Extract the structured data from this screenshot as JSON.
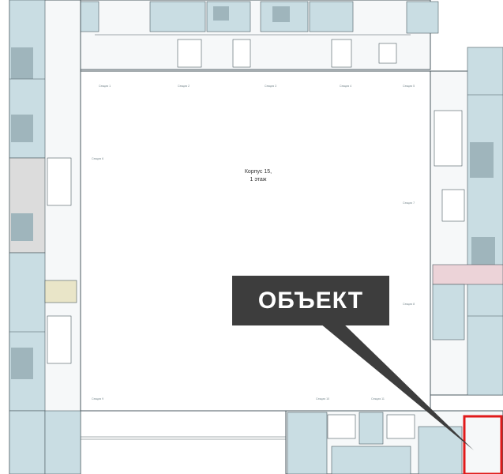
{
  "plan": {
    "building_label": "Корпус 15,",
    "floor_label": "1 этаж",
    "section_labels": [
      "Секция 1",
      "Секция 2",
      "Секция 3",
      "Секция 4",
      "Секция 5",
      "Секция 6",
      "Секция 7",
      "Секция 8",
      "Секция 9",
      "Секция 10",
      "Секция 11"
    ]
  },
  "callout": {
    "text": "ОБЪЕКТ"
  },
  "colors": {
    "apartment": "#c9dde3",
    "apartment_dark": "#9fb5bc",
    "apartment_gray": "#dcdcdc",
    "commercial_pink": "#ecd3d8",
    "highlight": "#e01a1a",
    "callout_bg": "#3d3d3d"
  }
}
